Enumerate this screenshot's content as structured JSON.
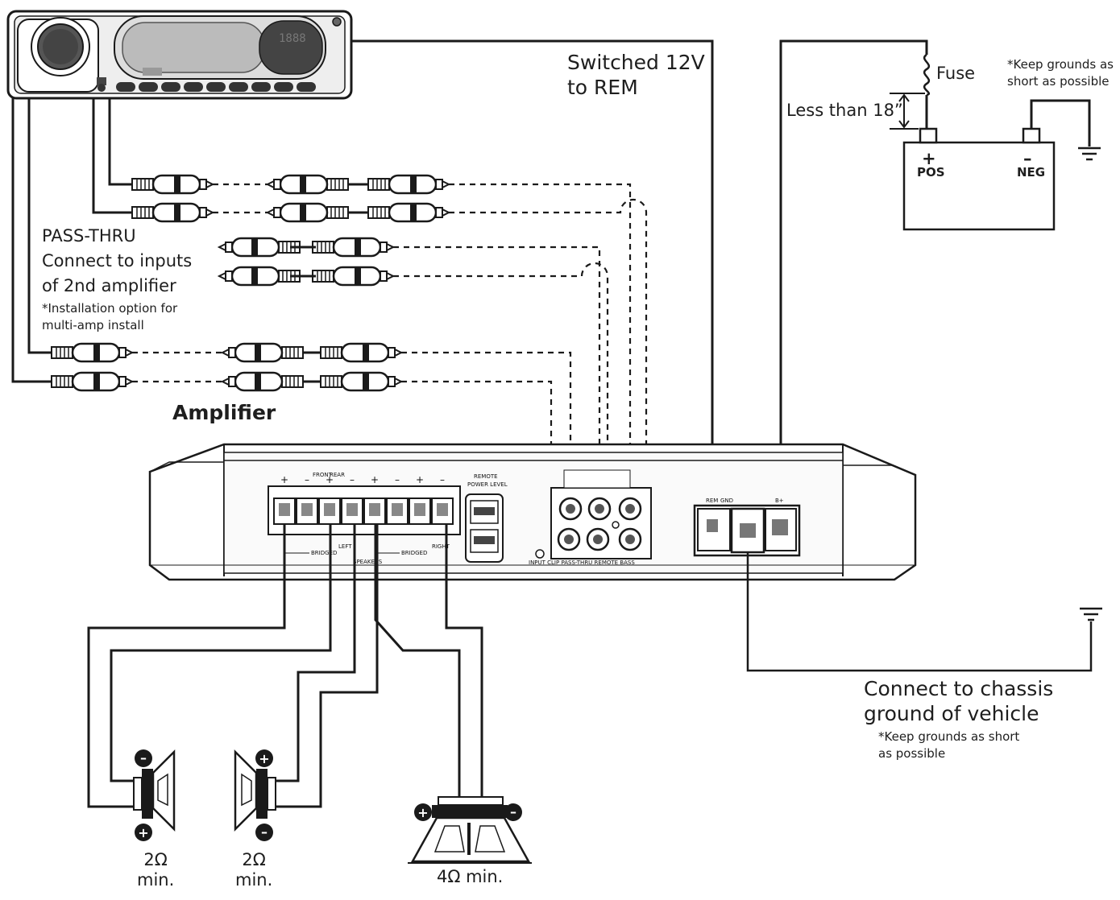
{
  "labels": {
    "switched": [
      "Switched 12V",
      "to REM"
    ],
    "fuse": "Fuse",
    "keep_grounds_top": [
      "*Keep grounds as",
      "short as possible"
    ],
    "less_than": "Less than 18”",
    "pos_sign": "+",
    "pos": "POS",
    "neg_sign": "–",
    "neg": "NEG",
    "pass_thru": [
      "PASS-THRU",
      "Connect to inputs",
      "of 2nd amplifier"
    ],
    "install_option": [
      "*Installation option for",
      "multi-amp install"
    ],
    "amplifier": "Amplifier",
    "chassis": [
      "Connect to chassis",
      "ground of vehicle"
    ],
    "keep_grounds_bottom": [
      "*Keep grounds as short",
      "as possible"
    ],
    "spk1": [
      "2Ω",
      "min."
    ],
    "spk2": [
      "2Ω",
      "min."
    ],
    "spk3": "4Ω min."
  },
  "amp_panel": {
    "front": "FRONT",
    "rear": "REAR",
    "bridged1": "BRIDGED",
    "left1": "LEFT",
    "speakers": "SPEAKERS",
    "bridged2": "BRIDGED",
    "right": "RIGHT",
    "remote": "REMOTE",
    "power_level": "POWER LEVEL",
    "input_row": "INPUT  CLIP  PASS-THRU  REMOTE  BASS",
    "rem": "REM",
    "gnd": "GND",
    "bplus": "B+",
    "terminal_signs": [
      "+",
      "–",
      "+",
      "–",
      "+",
      "–",
      "+",
      "–"
    ]
  },
  "head_unit": {
    "display": "1888"
  },
  "colors": {
    "wire": "#1a1a1a",
    "outline": "#222222",
    "panel_fill": "#f2f2f2",
    "display_fill": "#d9d9d9",
    "dark_fill": "#3a3a3a"
  },
  "icons": [
    "rca-plug-icon",
    "fuse-icon",
    "ground-icon",
    "battery-icon",
    "speaker-icon",
    "head-unit-icon",
    "amplifier-icon"
  ]
}
